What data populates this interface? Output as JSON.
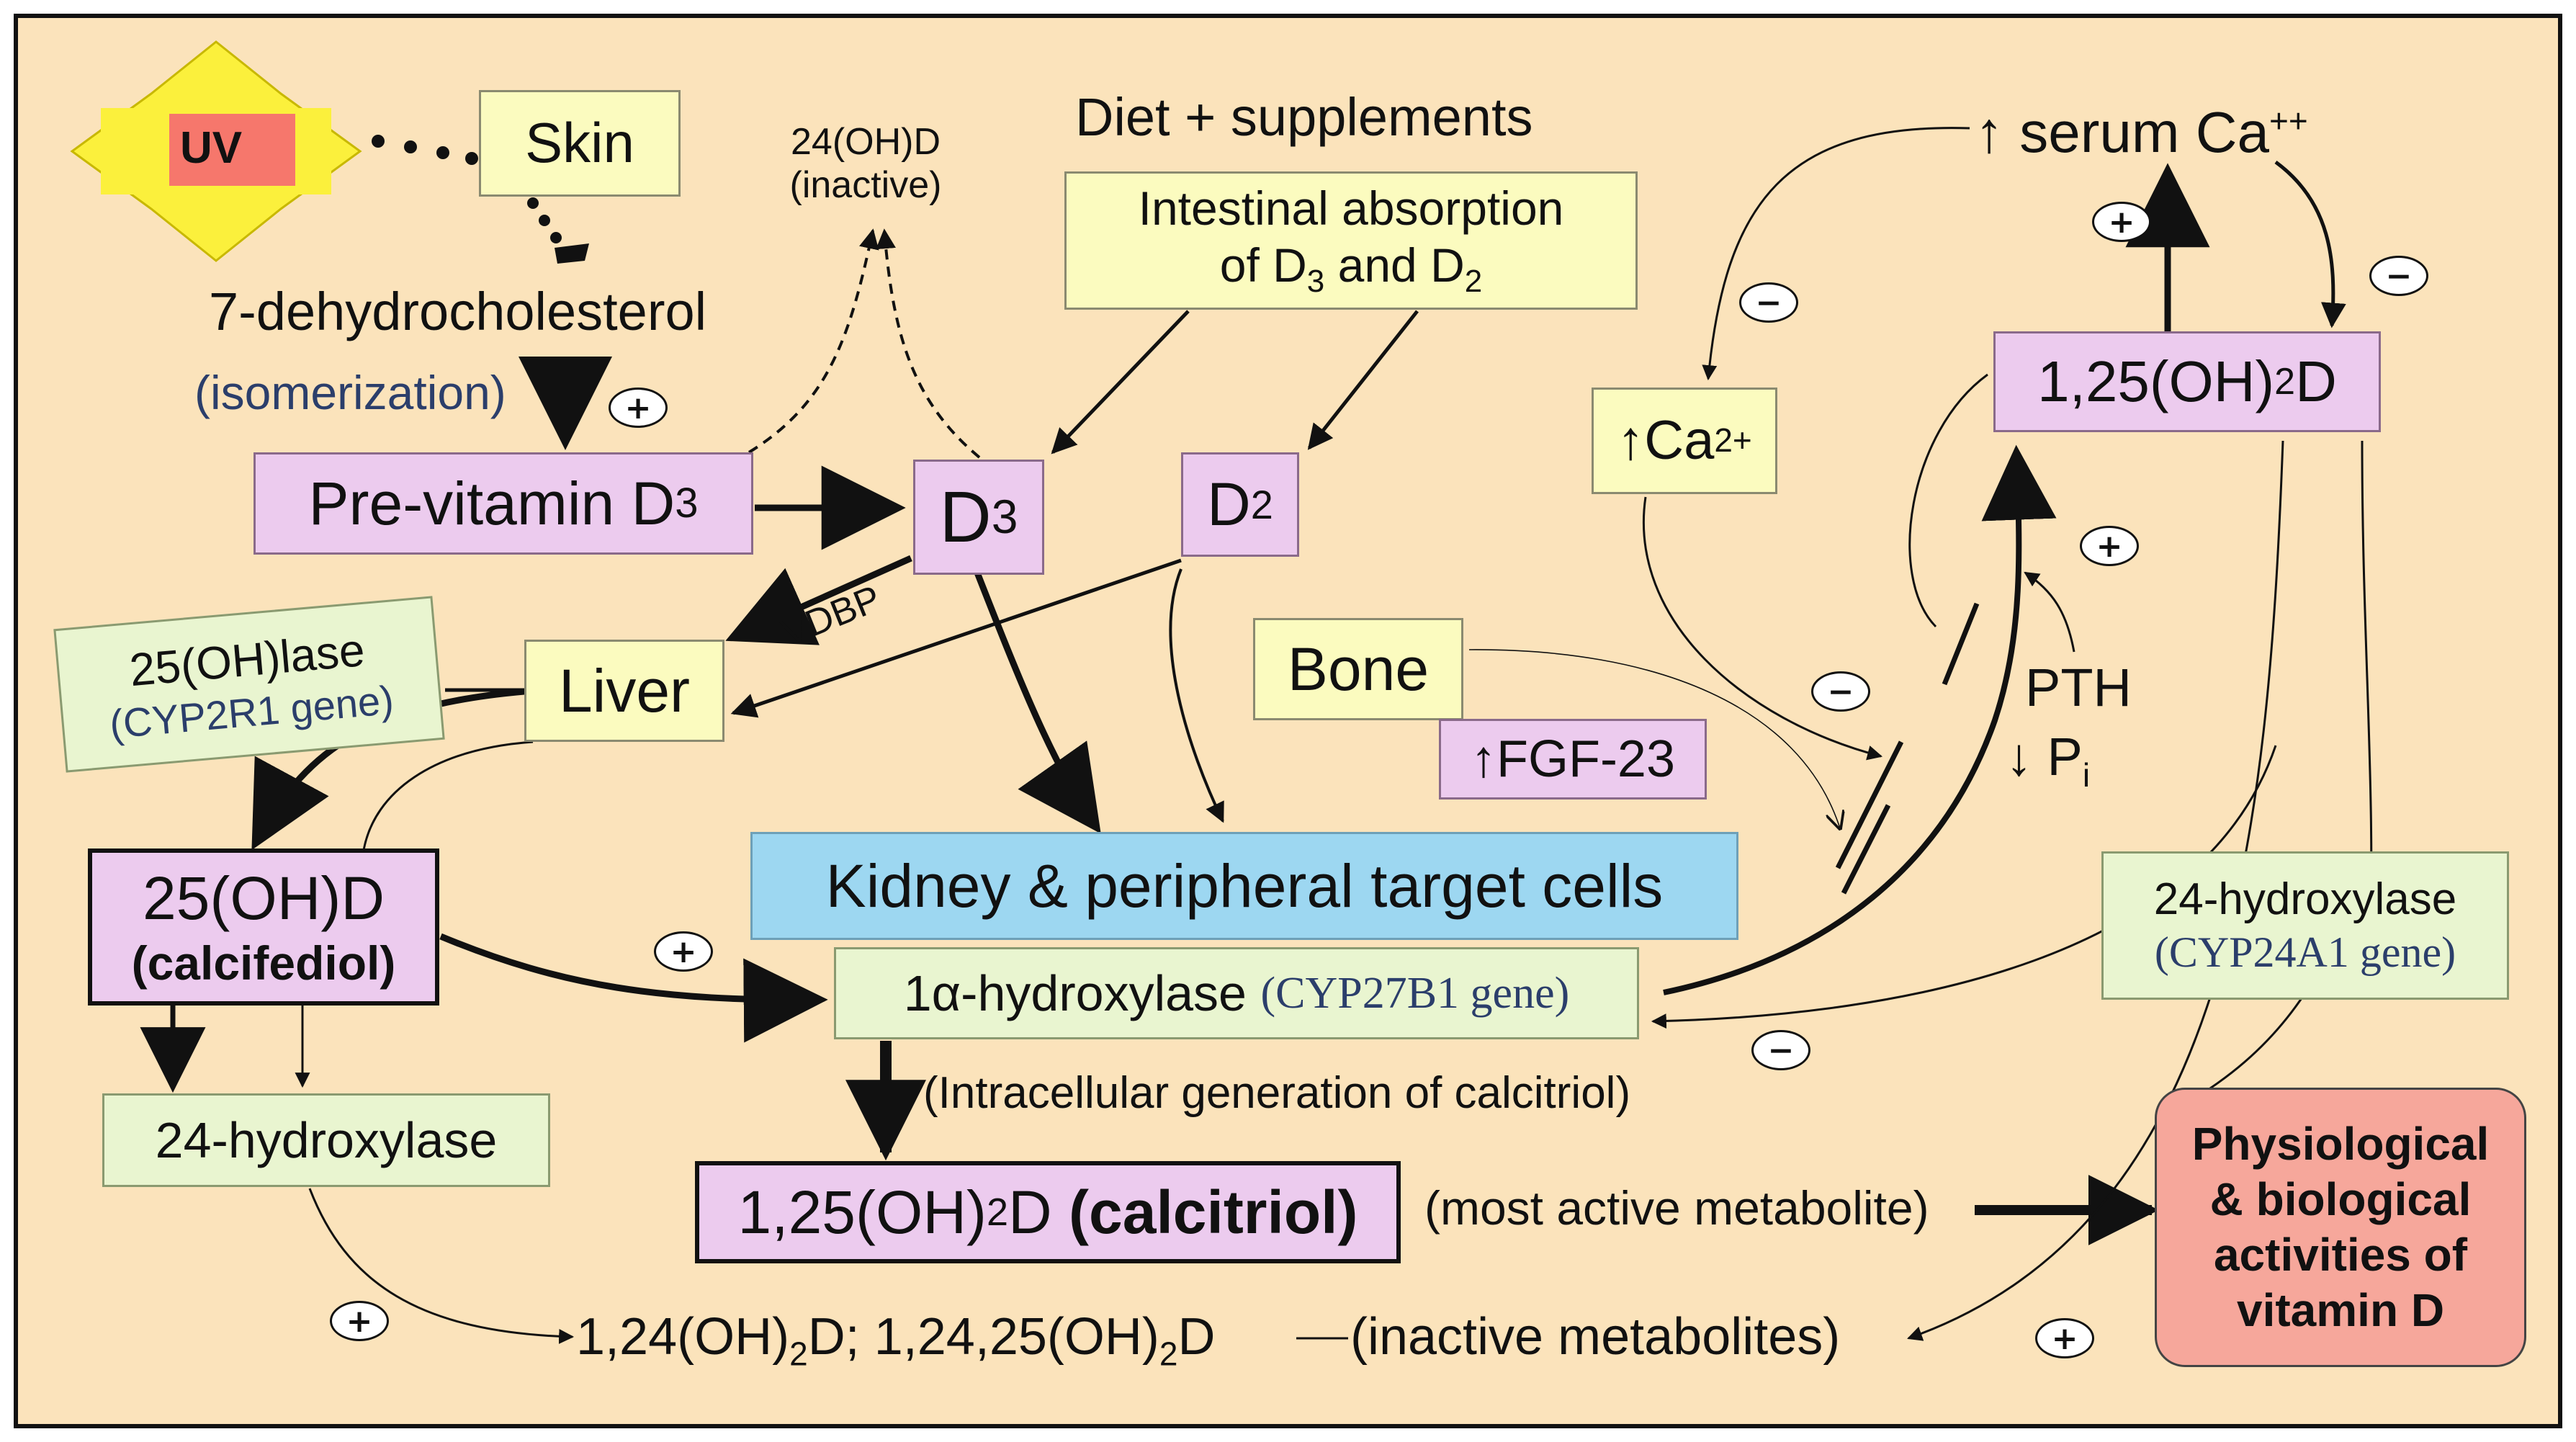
{
  "colors": {
    "background": "#fbe3bb",
    "yellow_box": "#fbfbbf",
    "green_box": "#e9f5d0",
    "pink_box": "#eccbee",
    "blue_box": "#9dd7f1",
    "red_box": "#f6a79b",
    "uv_star": "#fbf03c",
    "uv_center": "#f6776c"
  },
  "labels": {
    "uv": "UV",
    "skin": "Skin",
    "seven_dhc": "7-dehydrocholesterol",
    "isomerization": "(isomerization)",
    "inactive_24": "24(OH)D",
    "inactive_24_note": "(inactive)",
    "diet": "Diet + supplements",
    "intestinal_line1": "Intestinal absorption",
    "intestinal_line2": "of D",
    "intestinal_sub3": "3",
    "intestinal_and": " and D",
    "intestinal_sub2": "2",
    "previtamin": "Pre-vitamin D",
    "previtamin_sub": "3",
    "d3": "D",
    "d3_sub": "3",
    "d2": "D",
    "d2_sub": "2",
    "enzyme25_line1": "25(OH)lase",
    "enzyme25_line2": "(CYP2R1 gene)",
    "liver": "Liver",
    "vdbp": "VDBP",
    "calcifediol_line1": "25(OH)D",
    "calcifediol_line2": "(calcifediol)",
    "hydroxylase24_left": "24-hydroxylase",
    "bone": "Bone",
    "fgf_arrow": "↑",
    "fgf": "FGF-23",
    "kidney": "Kidney & peripheral target cells",
    "alpha_hydroxylase": "1α-hydroxylase",
    "alpha_gene": "(CYP27B1 gene)",
    "intracellular": "(Intracellular generation of calcitriol)",
    "calcitriol_a": "1,25(OH)",
    "calcitriol_sub": "2",
    "calcitriol_b": "D ",
    "calcitriol_bold": "(calcitriol)",
    "most_active": "(most active metabolite)",
    "physio_1": "Physiological",
    "physio_2": "& biological",
    "physio_3": "activities of",
    "physio_4": "vitamin D",
    "inactive_metabolites_a": "1,24(OH)",
    "inactive_metabolites_sub1": "2",
    "inactive_metabolites_b": "D; 1,24,25(OH)",
    "inactive_metabolites_sub2": "2",
    "inactive_metabolites_c": "D",
    "inactive_metabolites_d": "(inactive metabolites)",
    "serum_ca": "↑ serum Ca",
    "serum_ca_sup": "++",
    "ca2_arrow": "↑",
    "ca2": "Ca",
    "ca2_sup": "2+",
    "dihydroxy_a": "1,25(OH)",
    "dihydroxy_sub": "2",
    "dihydroxy_b": "D",
    "pth": "PTH",
    "pi_arrow": "↓ P",
    "pi_sub": "i",
    "hydroxylase24_right_line1": "24-hydroxylase",
    "hydroxylase24_right_line2": "(CYP24A1 gene)"
  },
  "signs": {
    "plus": "+",
    "minus": "−"
  }
}
